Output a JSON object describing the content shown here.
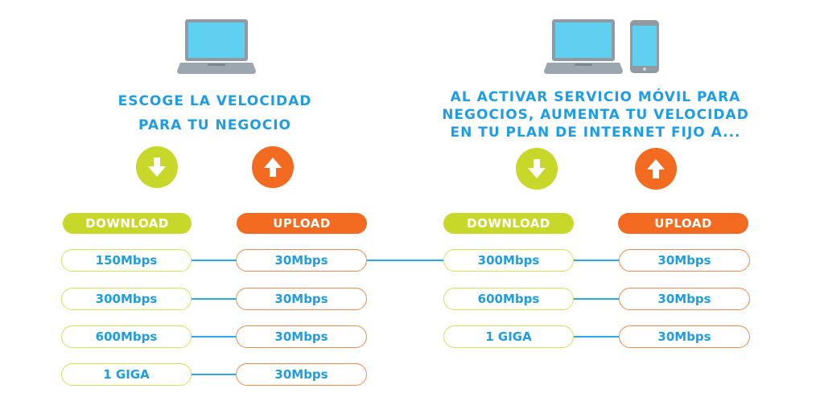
{
  "colors": {
    "blue": "#1e9de4",
    "green": "#c8d82b",
    "orange": "#f26b21"
  },
  "left": {
    "title_lines": [
      "ESCOGE LA VELOCIDAD",
      "PARA TU NEGOCIO"
    ],
    "download_label": "DOWNLOAD",
    "upload_label": "UPLOAD",
    "rows": [
      {
        "download": "150Mbps",
        "upload": "30Mbps"
      },
      {
        "download": "300Mbps",
        "upload": "30Mbps"
      },
      {
        "download": "600Mbps",
        "upload": "30Mbps"
      },
      {
        "download": "1 GIGA",
        "upload": "30Mbps"
      }
    ]
  },
  "right": {
    "title_lines": [
      "AL ACTIVAR SERVICIO MÓVIL PARA",
      "NEGOCIOS, AUMENTA TU VELOCIDAD",
      "EN TU PLAN DE INTERNET FIJO A..."
    ],
    "download_label": "DOWNLOAD",
    "upload_label": "UPLOAD",
    "rows": [
      {
        "download": "300Mbps",
        "upload": "30Mbps"
      },
      {
        "download": "600Mbps",
        "upload": "30Mbps"
      },
      {
        "download": "1 GIGA",
        "upload": "30Mbps"
      }
    ]
  },
  "icons": [
    "laptop-icon",
    "smartphone-icon",
    "download-arrow-icon",
    "upload-arrow-icon"
  ]
}
